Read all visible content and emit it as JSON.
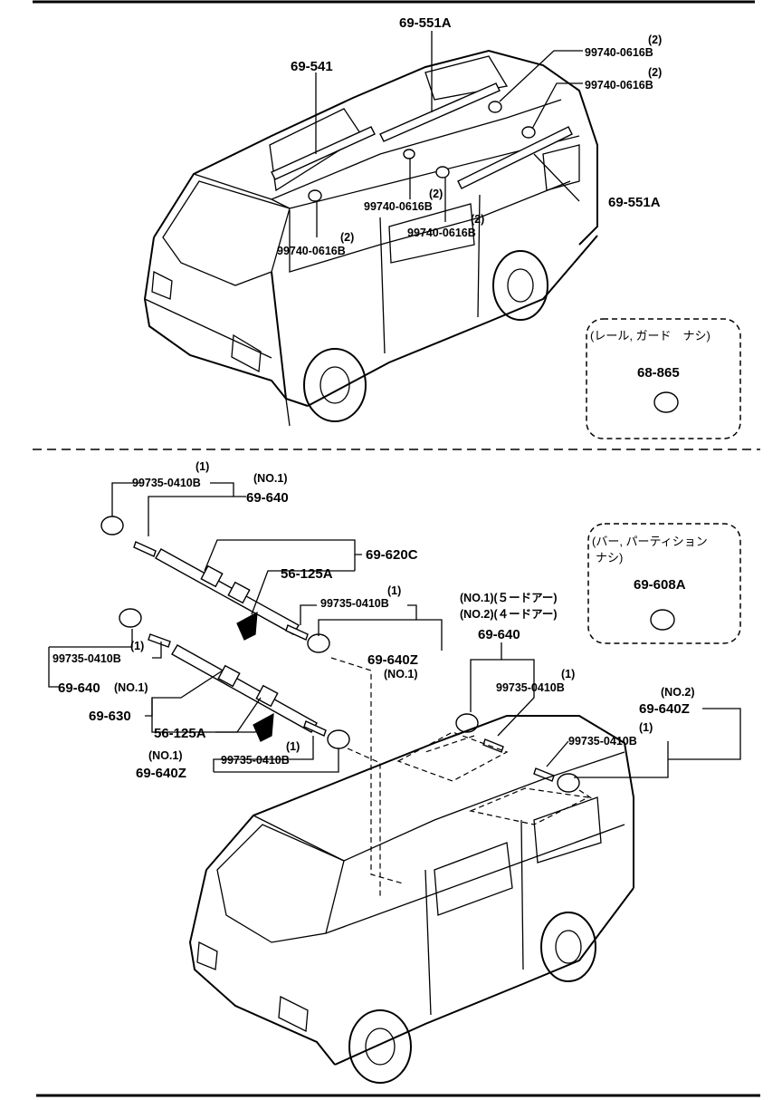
{
  "top": {
    "parts": {
      "rail_center": "69-551A",
      "rail_left": "69-541",
      "rail_right": "69-551A",
      "screw_top_right_1": "99740-0616B",
      "screw_top_right_1_qty": "(2)",
      "screw_top_right_2": "99740-0616B",
      "screw_top_right_2_qty": "(2)",
      "screw_mid_1": "99740-0616B",
      "screw_mid_1_qty": "(2)",
      "screw_mid_2": "99740-0616B",
      "screw_mid_2_qty": "(2)",
      "screw_left": "99740-0616B",
      "screw_left_qty": "(2)"
    },
    "inset": {
      "note": "(レール, ガード　ナシ)",
      "part": "68-865"
    }
  },
  "bottom": {
    "parts": {
      "q1_a": "(1)",
      "screw_a": "99735-0410B",
      "no1_a": "(NO.1)",
      "cap_a": "69-640",
      "bar_upper": "69-620C",
      "bracket_upper": "56-125A",
      "q1_b": "(1)",
      "screw_b": "99735-0410B",
      "cap_b": "69-640Z",
      "no1_b": "(NO.1)",
      "screw_c": "99735-0410B",
      "q1_c": "(1)",
      "cap_c": "69-640",
      "no1_c": "(NO.1)",
      "bar_lower": "69-630",
      "bracket_lower": "56-125A",
      "no1_d": "(NO.1)",
      "cap_d": "69-640Z",
      "screw_d": "99735-0410B",
      "q1_d": "(1)",
      "door_5": "(NO.1)(５ードアー)",
      "door_4": "(NO.2)(４ードアー)",
      "cap_e": "69-640",
      "q1_e": "(1)",
      "screw_e": "99735-0410B",
      "no2_f": "(NO.2)",
      "cap_f": "69-640Z",
      "q1_f": "(1)",
      "screw_f": "99735-0410B"
    },
    "inset": {
      "note_line1": "(バー, パーティション",
      "note_line2": "ナシ)",
      "part": "69-608A"
    }
  }
}
